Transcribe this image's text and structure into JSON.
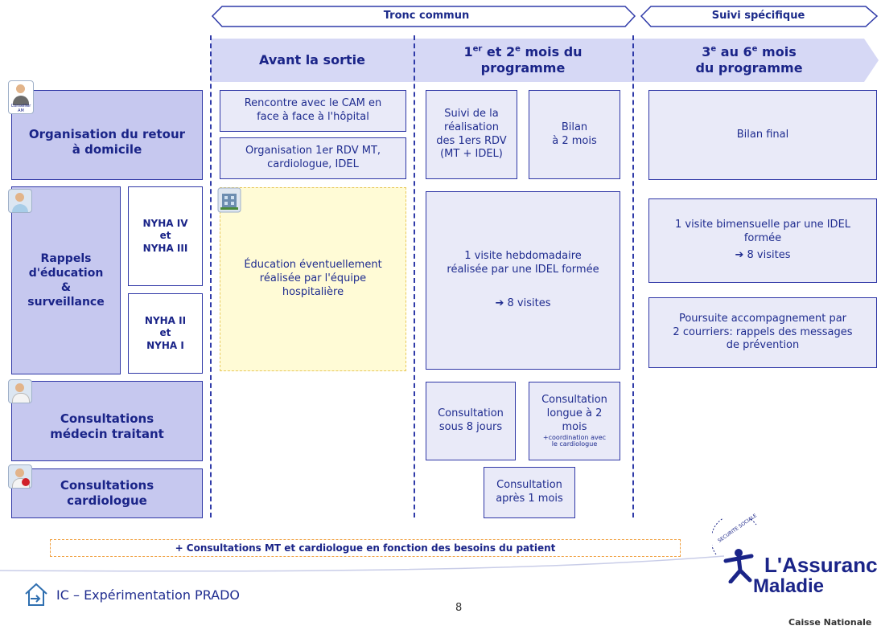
{
  "header": {
    "tronc_commun": "Tronc commun",
    "suivi_specifique": "Suivi spécifique"
  },
  "stages": {
    "avant_sortie": "Avant la sortie",
    "mois12": {
      "n1": "1",
      "s1": "er",
      "mid": " et 2",
      "s2": "e",
      "tail": " mois du",
      "line2": "programme"
    },
    "mois36": {
      "n1": "3",
      "s1": "e",
      "tail": " au 6",
      "s2": "e",
      "tail2": " mois",
      "line2": "du programme"
    }
  },
  "rows": {
    "organisation": "Organisation du retour\nà domicile",
    "rappels": "Rappels\nd'éducation\n&\nsurveillance",
    "nyha_iv_iii": "NYHA IV\net\nNYHA III",
    "nyha_ii_i": "NYHA II\net\nNYHA I",
    "consult_mt": "Consultations\nmédecin traitant",
    "consult_cardio": "Consultations\ncardiologue",
    "conseiller_badge": "Conseiller\nAM"
  },
  "boxes": {
    "rencontre_cam": "Rencontre avec le CAM en\nface à face à l'hôpital",
    "organisation_rdv": "Organisation 1er RDV MT,\ncardiologue, IDEL",
    "education": "Éducation éventuellement\nréalisée par l'équipe\nhospitalière",
    "suivi_realisation": "Suivi de la\nréalisation\ndes 1ers RDV\n(MT + IDEL)",
    "bilan_2mois": "Bilan\nà 2 mois",
    "visite_hebdo": "1 visite hebdomadaire\nréalisée par une IDEL formée",
    "visite_hebdo_count": "➔ 8 visites",
    "consult_8jours": "Consultation\nsous 8 jours",
    "consult_longue": "Consultation\nlongue à 2\nmois",
    "consult_longue_note": "+coordination avec\nle cardiologue",
    "consult_1mois": "Consultation\naprès 1 mois",
    "bilan_final": "Bilan final",
    "visite_bimens": "1 visite bimensuelle par une IDEL\nformée",
    "visite_bimens_count": "➔ 8 visites",
    "poursuite": "Poursuite accompagnement par\n2 courriers: rappels des messages\nde prévention"
  },
  "footer_note": "+ Consultations MT et cardiologue en fonction des besoins du patient",
  "footer": {
    "title": "IC – Expérimentation PRADO",
    "page": "8",
    "logo_line1": "L'Assuranc",
    "logo_line2": "Maladie",
    "logo_sub": "Caisse Nationale",
    "logo_arc": "SECURITE SOCIALE"
  },
  "icons": {
    "home": "home-arrow-icon",
    "conseiller": "conseiller-avatar-icon",
    "nurse": "nurse-avatar-icon",
    "doctor": "doctor-avatar-icon",
    "cardio": "cardiologist-avatar-icon",
    "hospital": "hospital-icon"
  },
  "colors": {
    "primary": "#2f37a6",
    "label_fill": "#c6c8ef",
    "box_fill": "#e9eaf8",
    "yellow_fill": "#fffbd6",
    "dash_orange": "#f0a040"
  }
}
